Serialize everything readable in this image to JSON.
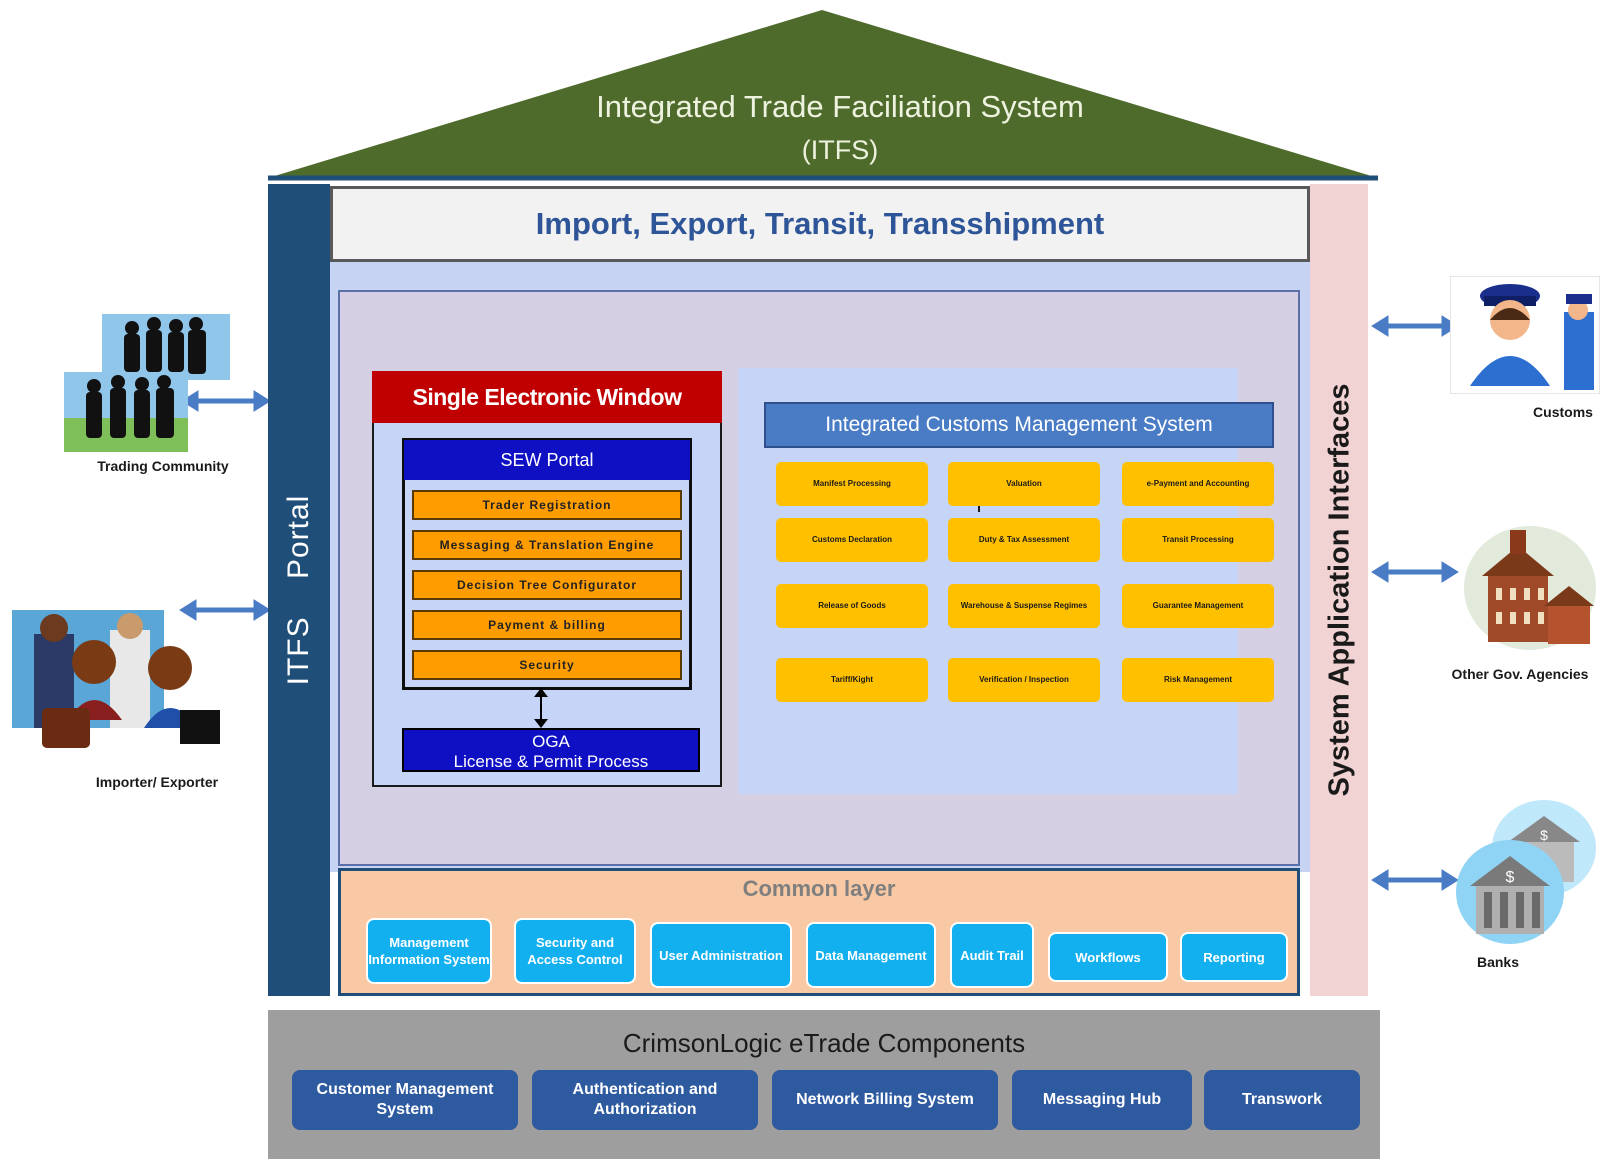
{
  "roof": {
    "title": "Integrated Trade Faciliation System",
    "subtitle": "(ITFS)",
    "color": "#4e6b2c"
  },
  "top_band": "Import, Export, Transit, Transshipment",
  "left_pillar": "ITFS    Portal",
  "right_pillar": "System Application Interfaces",
  "sew": {
    "title": "Single Electronic Window",
    "portal": "SEW Portal",
    "items": [
      "Trader Registration",
      "Messaging & Translation Engine",
      "Decision Tree Configurator",
      "Payment & billing",
      "Security"
    ],
    "oga": [
      "OGA",
      "License & Permit Process"
    ]
  },
  "icms": {
    "title": "Integrated Customs Management System",
    "modules": [
      "Manifest Processing",
      "Valuation",
      "e-Payment and Accounting",
      "Customs Declaration",
      "Duty & Tax Assessment",
      "Transit Processing",
      "Release of Goods",
      "Warehouse & Suspense Regimes",
      "Guarantee Management",
      "Tariff/Kight",
      "Verification / Inspection",
      "Risk Management"
    ]
  },
  "common_layer": {
    "title": "Common layer",
    "modules": [
      "Management Information System",
      "Security and Access Control",
      "User Administration",
      "Data Management",
      "Audit Trail",
      "Workflows",
      "Reporting"
    ]
  },
  "crimsonlogic": {
    "title": "CrimsonLogic eTrade Components",
    "modules": [
      "Customer Management System",
      "Authentication and Authorization",
      "Network Billing System",
      "Messaging Hub",
      "Transwork"
    ]
  },
  "stakeholders_left": [
    "Trading Community",
    "Importer/ Exporter"
  ],
  "stakeholders_right": [
    "Customs",
    "Other Gov. Agencies",
    "Banks"
  ],
  "colors": {
    "portal_blue": "#1f4e79",
    "sew_red": "#c00000",
    "sew_item_orange": "#ff9c00",
    "icms_yellow": "#ffc000",
    "common_cyan": "#13b0f0",
    "crimson_blue": "#2e5aa0",
    "arrow": "#4a7cc6"
  }
}
